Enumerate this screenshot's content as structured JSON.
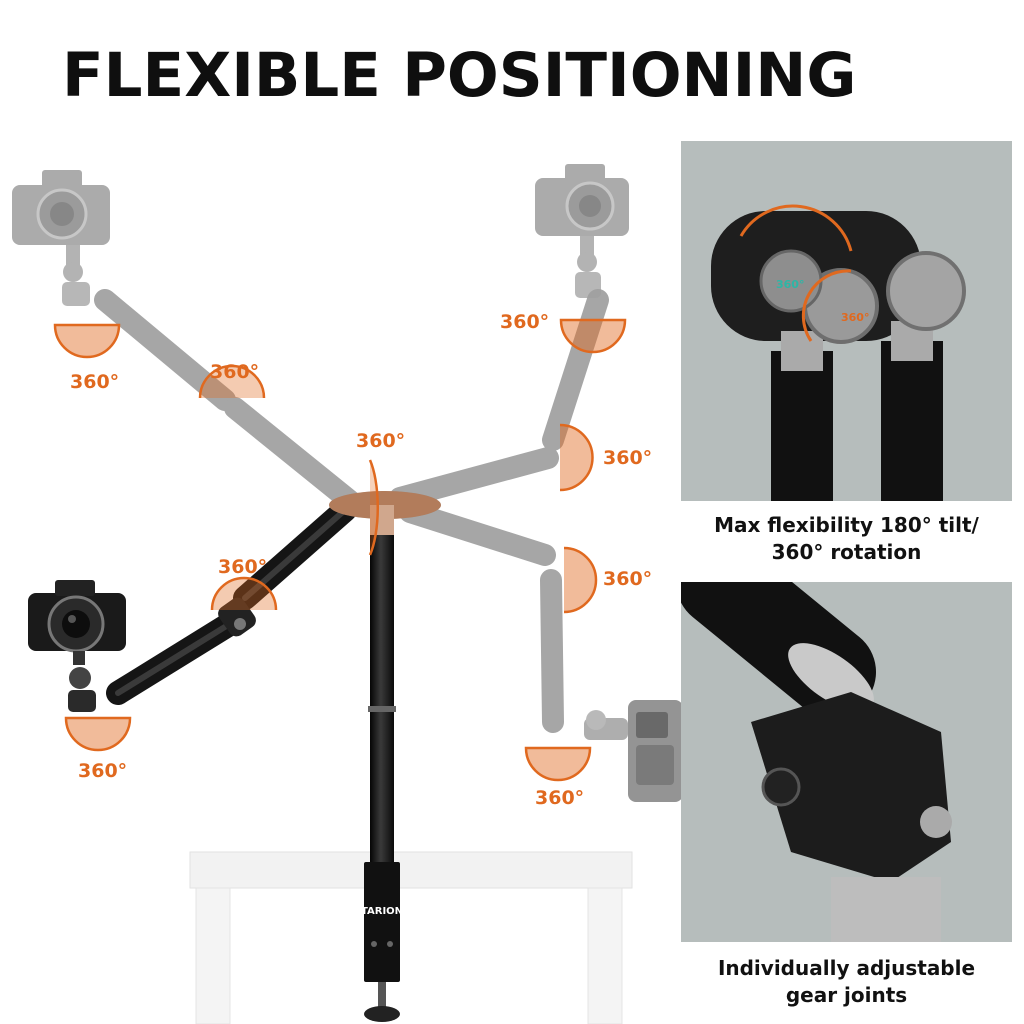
{
  "title": "FLEXIBLE POSITIONING",
  "rotation_label": "360°",
  "brand": "TARION",
  "colors": {
    "accent": "#e0691f",
    "accent_light": "#f2a070",
    "panel_bg": "#b6bdbc",
    "tube": "#1a1a1a",
    "ghost": "#9a9a9a"
  },
  "features": [
    {
      "caption_line1": "Max flexibility 180° tilt/",
      "caption_line2": "360° rotation"
    },
    {
      "caption_line1": "Individually adjustable",
      "caption_line2": "gear joints"
    }
  ],
  "icons": [
    "camera-icon",
    "rotation-arrow-icon",
    "ball-head-icon",
    "table-clamp-icon"
  ]
}
